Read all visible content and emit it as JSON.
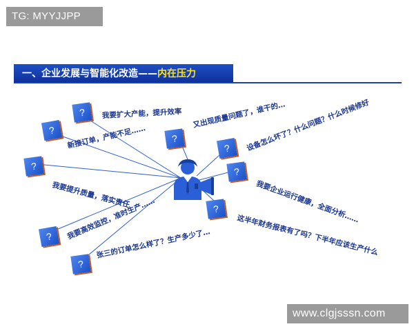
{
  "watermark_top": "TG: MYYJJPP",
  "watermark_bottom": "www.clgjsssn.com",
  "title": {
    "main": "一、企业发展与智能化改造——",
    "highlight": "内在压力"
  },
  "question_mark": "?",
  "colors": {
    "title_bar": "#1d3fa8",
    "highlight": "#ffe21a",
    "card": "#2a5fd6",
    "card_shadow": "#c65a1e",
    "text": "#17348f",
    "rays": "#2d5fd0"
  },
  "phrases": [
    "我要扩大产能，提升效率",
    "新接订单，产能不足……",
    "我要提升质量，落实责任",
    "我要高效监控，准时生产……",
    "张三的订单怎么样了？生产多少了…",
    "又出现质量问题了，谁干的…",
    "设备怎么坏了？什么问题？什么时候修好",
    "我要企业运行健康，全面分析……",
    "这半年财务报表有了吗？下半年应该生产什么"
  ],
  "icons": {
    "center": "manager-with-megaphone-icon",
    "cards": "question-card-icon"
  }
}
